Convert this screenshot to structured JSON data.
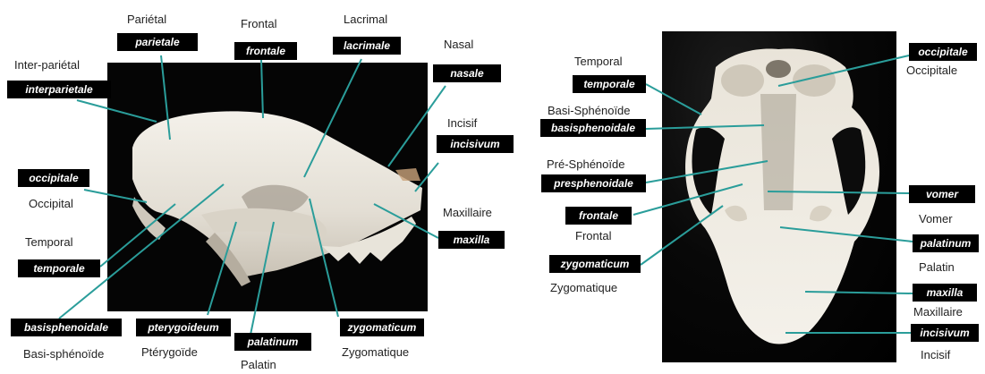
{
  "left_panel": {
    "parietal": {
      "plain": "Pariétal",
      "latin": "parietale"
    },
    "frontal": {
      "plain": "Frontal",
      "latin": "frontale"
    },
    "lacrimal": {
      "plain": "Lacrimal",
      "latin": "lacrimale"
    },
    "nasal": {
      "plain": "Nasal",
      "latin": "nasale"
    },
    "interparietal": {
      "plain": "Inter-pariétal",
      "latin": "interparietale"
    },
    "incisive": {
      "plain": "Incisif",
      "latin": "incisivum"
    },
    "occipital": {
      "plain": "Occipital",
      "latin": "occipitale"
    },
    "maxillary": {
      "plain": "Maxillaire",
      "latin": "maxilla"
    },
    "temporal": {
      "plain": "Temporal",
      "latin": "temporale"
    },
    "basisphenoid": {
      "plain": "Basi-sphénoïde",
      "latin": "basisphenoidale"
    },
    "pterygoid": {
      "plain": "Ptérygoïde",
      "latin": "pterygoideum"
    },
    "palatine": {
      "plain": "Palatin",
      "latin": "palatinum"
    },
    "zygomatic": {
      "plain": "Zygomatique",
      "latin": "zygomaticum"
    }
  },
  "right_panel": {
    "temporal": {
      "plain": "Temporal",
      "latin": "temporale"
    },
    "occipital": {
      "plain": "Occipitale",
      "latin": "occipitale"
    },
    "basisphenoid": {
      "plain": "Basi-Sphénoïde",
      "latin": "basisphenoidale"
    },
    "presphenoid": {
      "plain": "Pré-Sphénoïde",
      "latin": "presphenoidale"
    },
    "vomer": {
      "plain": "Vomer",
      "latin": "vomer"
    },
    "frontal": {
      "plain": "Frontal",
      "latin": "frontale"
    },
    "palatine": {
      "plain": "Palatin",
      "latin": "palatinum"
    },
    "zygomatic": {
      "plain": "Zygomatique",
      "latin": "zygomaticum"
    },
    "maxillary": {
      "plain": "Maxillaire",
      "latin": "maxilla"
    },
    "incisive": {
      "plain": "Incisif",
      "latin": "incisivum"
    }
  },
  "colors": {
    "leader_line": "#2a9d9a",
    "tag_bg": "#000000",
    "bone": "#ece8e0"
  }
}
